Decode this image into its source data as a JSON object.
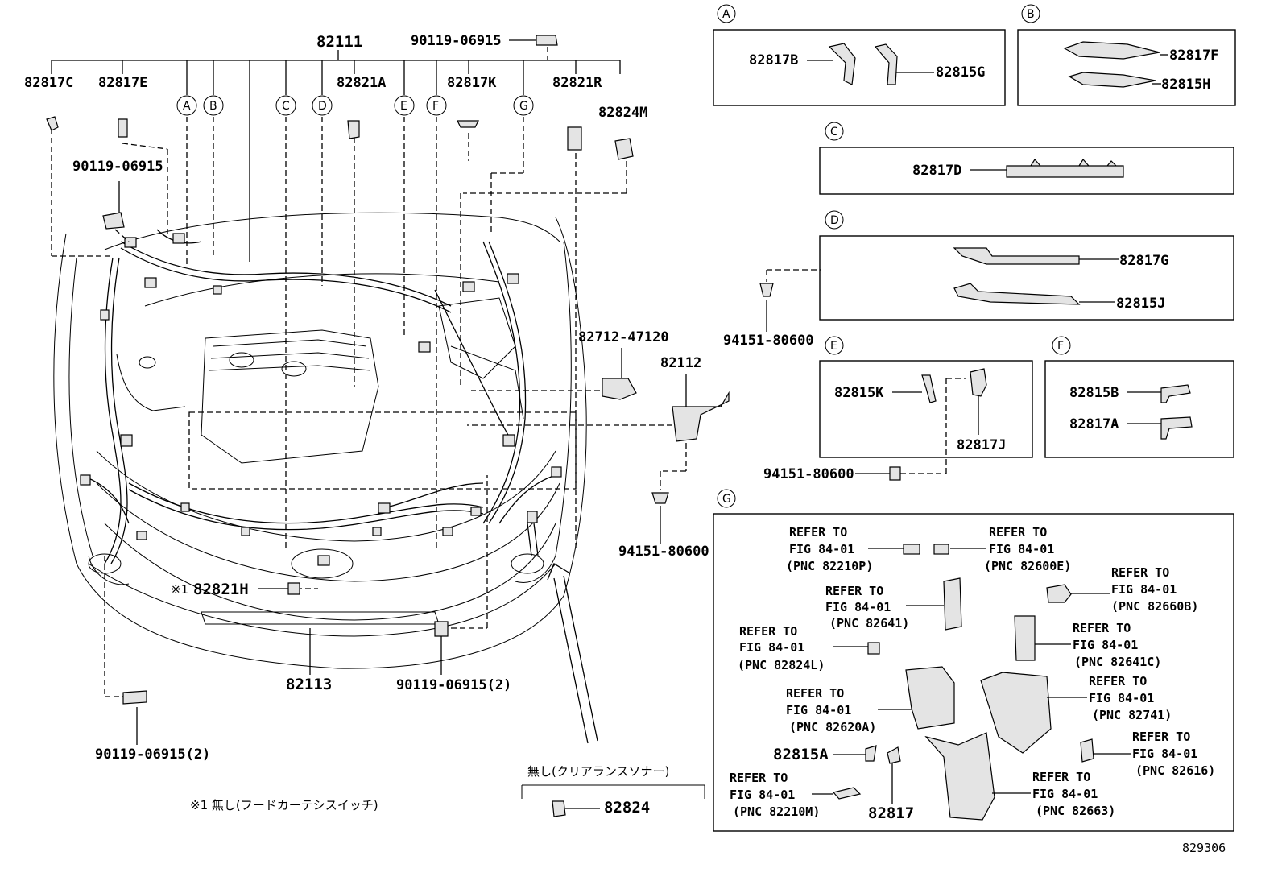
{
  "diagram_id": "829306",
  "callouts": {
    "p82111": "82111",
    "p82817C": "82817C",
    "p82817E": "82817E",
    "p82821A": "82821A",
    "p82817K": "82817K",
    "p82821R": "82821R",
    "p82824M": "82824M",
    "bolt_top": "90119-06915",
    "bolt_left": "90119-06915",
    "p82712": "82712-47120",
    "p82112": "82112",
    "clip_mid": "94151-80600",
    "clip_d": "94151-80600",
    "clip_e": "94151-80600",
    "p82821H": "82821H",
    "p82821H_mark": "※1",
    "p82113": "82113",
    "bolt_bottom": "90119-06915(2)",
    "bolt_left_bottom": "90119-06915(2)",
    "footnote": "※1 無し(フードカーテシスイッチ)",
    "sonar_title": "無し(クリアランスソナー)",
    "p82824": "82824"
  },
  "circle_letters": [
    "A",
    "B",
    "C",
    "D",
    "E",
    "F",
    "G"
  ],
  "panels": {
    "A": {
      "letter": "A",
      "parts": [
        "82817B",
        "82815G"
      ]
    },
    "B": {
      "letter": "B",
      "parts": [
        "82817F",
        "82815H"
      ]
    },
    "C": {
      "letter": "C",
      "parts": [
        "82817D"
      ]
    },
    "D": {
      "letter": "D",
      "parts": [
        "82817G",
        "82815J"
      ]
    },
    "E": {
      "letter": "E",
      "parts": [
        "82815K",
        "82817J"
      ]
    },
    "F": {
      "letter": "F",
      "parts": [
        "82815B",
        "82817A"
      ]
    },
    "G": {
      "letter": "G",
      "refer_to": "REFER TO",
      "fig": "FIG 84-01",
      "refs": [
        "(PNC 82210P)",
        "(PNC 82600E)",
        "(PNC 82641)",
        "(PNC 82660B)",
        "(PNC 82824L)",
        "(PNC 82641C)",
        "(PNC 82620A)",
        "(PNC 82741)",
        "(PNC 82616)",
        "(PNC 82210M)",
        "(PNC 82663)"
      ],
      "parts": [
        "82815A",
        "82817"
      ]
    }
  }
}
